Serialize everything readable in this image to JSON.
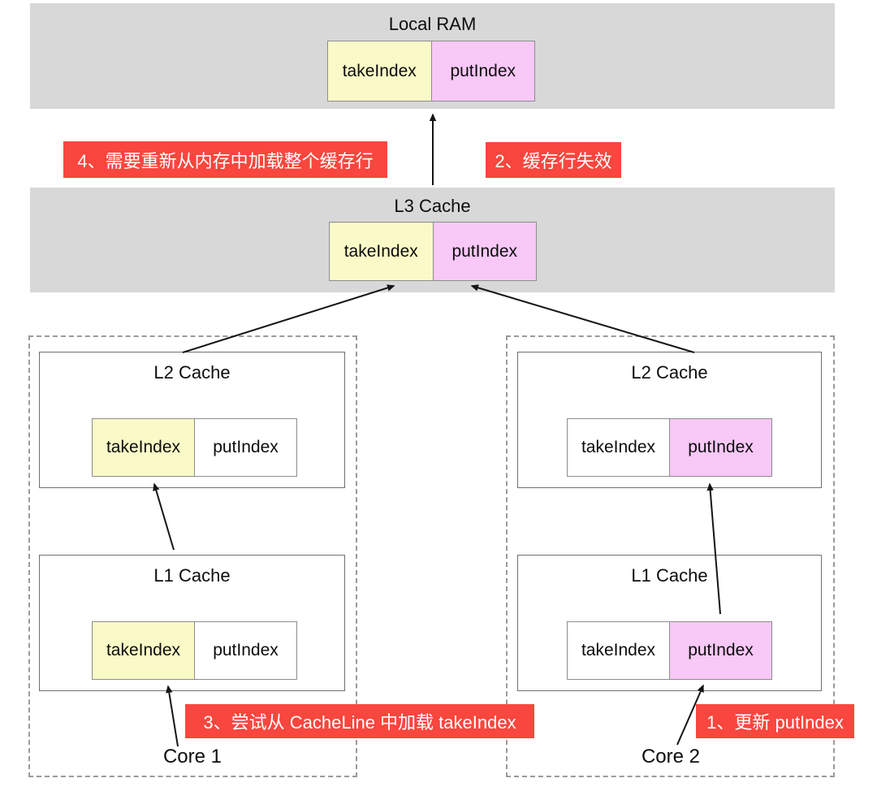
{
  "diagram": {
    "ram": {
      "title": "Local RAM"
    },
    "l3": {
      "title": "L3 Cache"
    },
    "cell_labels": {
      "take": "takeIndex",
      "put": "putIndex"
    },
    "left_core": {
      "l2_title": "L2 Cache",
      "l1_title": "L1 Cache",
      "core_label": "Core 1"
    },
    "right_core": {
      "l2_title": "L2 Cache",
      "l1_title": "L1 Cache",
      "core_label": "Core 2"
    },
    "steps": {
      "step1": "1、更新 putIndex",
      "step2": "2、缓存行失效",
      "step3": "3、尝试从 CacheLine 中加载 takeIndex",
      "step4": "4、需要重新从内存中加载整个缓存行"
    },
    "colors": {
      "take_highlight": "#fafac8",
      "put_highlight": "#f8c8f7",
      "band_gray": "#d8d8d8",
      "step_red": "#f9463e",
      "arrow_black": "#151515"
    }
  }
}
